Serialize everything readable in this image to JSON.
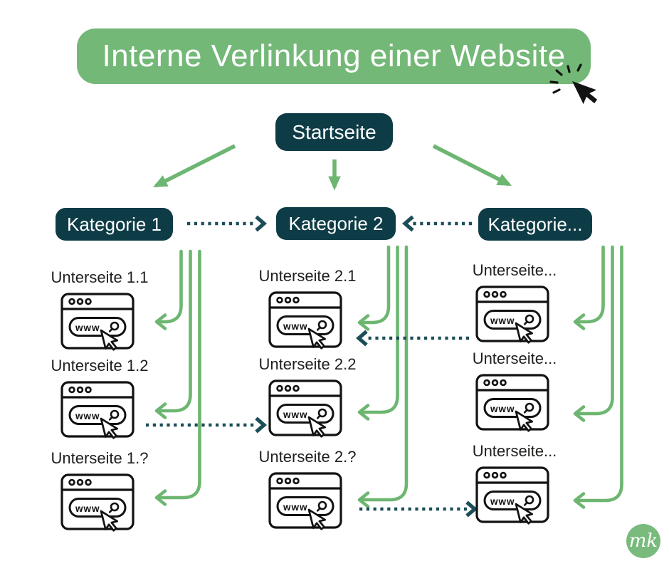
{
  "title": "Interne Verlinkung einer Website",
  "startseite": {
    "label": "Startseite"
  },
  "categories": [
    {
      "label": "Kategorie 1"
    },
    {
      "label": "Kategorie 2"
    },
    {
      "label": "Kategorie..."
    }
  ],
  "columns": [
    {
      "subpages": [
        {
          "label": "Unterseite 1.1"
        },
        {
          "label": "Unterseite 1.2"
        },
        {
          "label": "Unterseite 1.?"
        }
      ]
    },
    {
      "subpages": [
        {
          "label": "Unterseite 2.1"
        },
        {
          "label": "Unterseite 2.2"
        },
        {
          "label": "Unterseite 2.?"
        }
      ]
    },
    {
      "subpages": [
        {
          "label": "Unterseite..."
        },
        {
          "label": "Unterseite..."
        },
        {
          "label": "Unterseite..."
        }
      ]
    }
  ],
  "browser_icon": {
    "url_text": "www."
  },
  "logo": {
    "text": "mk"
  },
  "colors": {
    "banner_green": "#74b878",
    "arrow_green": "#6db671",
    "node_teal": "#0e3c46",
    "dot_teal": "#1c4e58",
    "label_dark": "#1e1e1c"
  }
}
